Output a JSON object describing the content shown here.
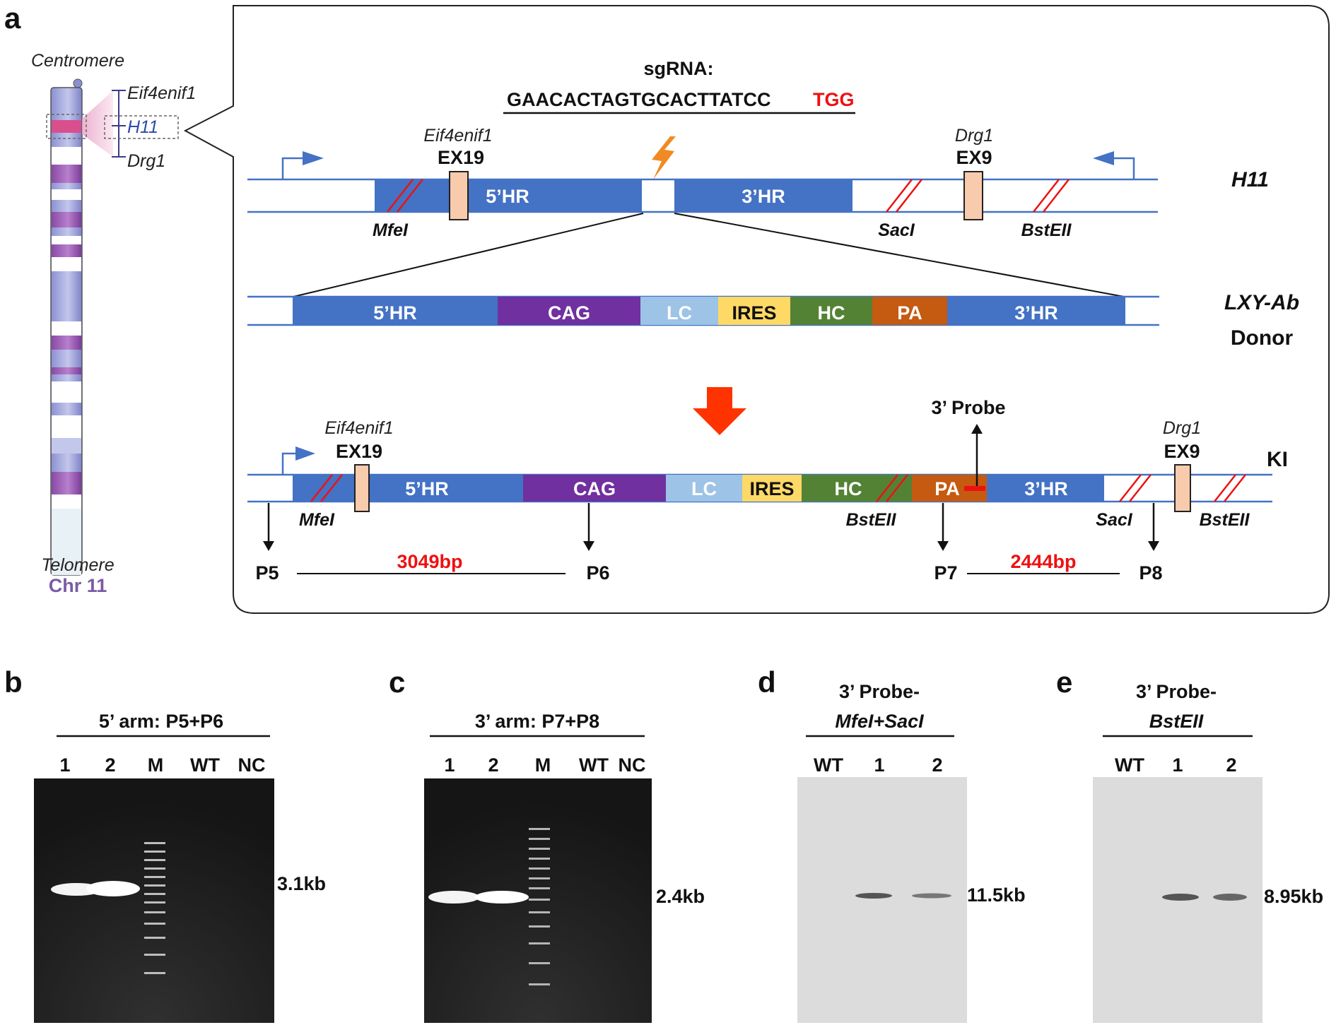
{
  "panel_labels": {
    "a": "a",
    "b": "b",
    "c": "c",
    "d": "d",
    "e": "e"
  },
  "chromosome": {
    "top": "Centromere",
    "bottom": "Telomere",
    "name": "Chr 11",
    "genes": [
      "Eif4enif1",
      "H11",
      "Drg1"
    ]
  },
  "sgrna": {
    "label": "sgRNA:",
    "sequence": "GAACACTAGTGCACTTATCC",
    "pam": "TGG"
  },
  "tracks": {
    "h11": {
      "name": "H11",
      "exon_left_gene": "Eif4enif1",
      "exon_left": "EX19",
      "exon_right_gene": "Drg1",
      "exon_right": "EX9",
      "seg_5hr": "5’HR",
      "seg_3hr": "3’HR",
      "sites": [
        "MfeI",
        "SacI",
        "BstEII"
      ]
    },
    "donor": {
      "name1": "LXY-Ab",
      "name2": "Donor",
      "segments": [
        "5’HR",
        "CAG",
        "LC",
        "IRES",
        "HC",
        "PA",
        "3’HR"
      ]
    },
    "ki": {
      "name": "KI",
      "exon_left_gene": "Eif4enif1",
      "exon_left": "EX19",
      "exon_right_gene": "Drg1",
      "exon_right": "EX9",
      "segments": [
        "5’HR",
        "CAG",
        "LC",
        "IRES",
        "HC",
        "PA",
        "3’HR"
      ],
      "probe": "3’ Probe",
      "sites": [
        "MfeI",
        "BstEII",
        "SacI",
        "BstEII"
      ],
      "primers": [
        "P5",
        "P6",
        "P7",
        "P8"
      ],
      "amplicon_5": "3049bp",
      "amplicon_3": "2444bp"
    }
  },
  "gel_b": {
    "title": "5’ arm: P5+P6",
    "lanes": [
      "1",
      "2",
      "M",
      "WT",
      "NC"
    ],
    "band": "3.1kb"
  },
  "gel_c": {
    "title": "3’ arm: P7+P8",
    "lanes": [
      "1",
      "2",
      "M",
      "WT",
      "NC"
    ],
    "band": "2.4kb"
  },
  "blot_d": {
    "title1": "3’ Probe-",
    "title2": "MfeI+SacI",
    "lanes": [
      "WT",
      "1",
      "2"
    ],
    "band": "11.5kb"
  },
  "blot_e": {
    "title1": "3’ Probe-",
    "title2": "BstEII",
    "lanes": [
      "WT",
      "1",
      "2"
    ],
    "band": "8.95kb"
  },
  "colors": {
    "hr_blue": "#4472c4",
    "cag_purple": "#7030a0",
    "lc_lightblue": "#9dc3e6",
    "ires_yellow": "#ffd966",
    "hc_green": "#548235",
    "pa_orange": "#c55a11",
    "exon_peach": "#f8cbad",
    "site_red": "#ee1111",
    "arrow_red": "#ff3300"
  }
}
